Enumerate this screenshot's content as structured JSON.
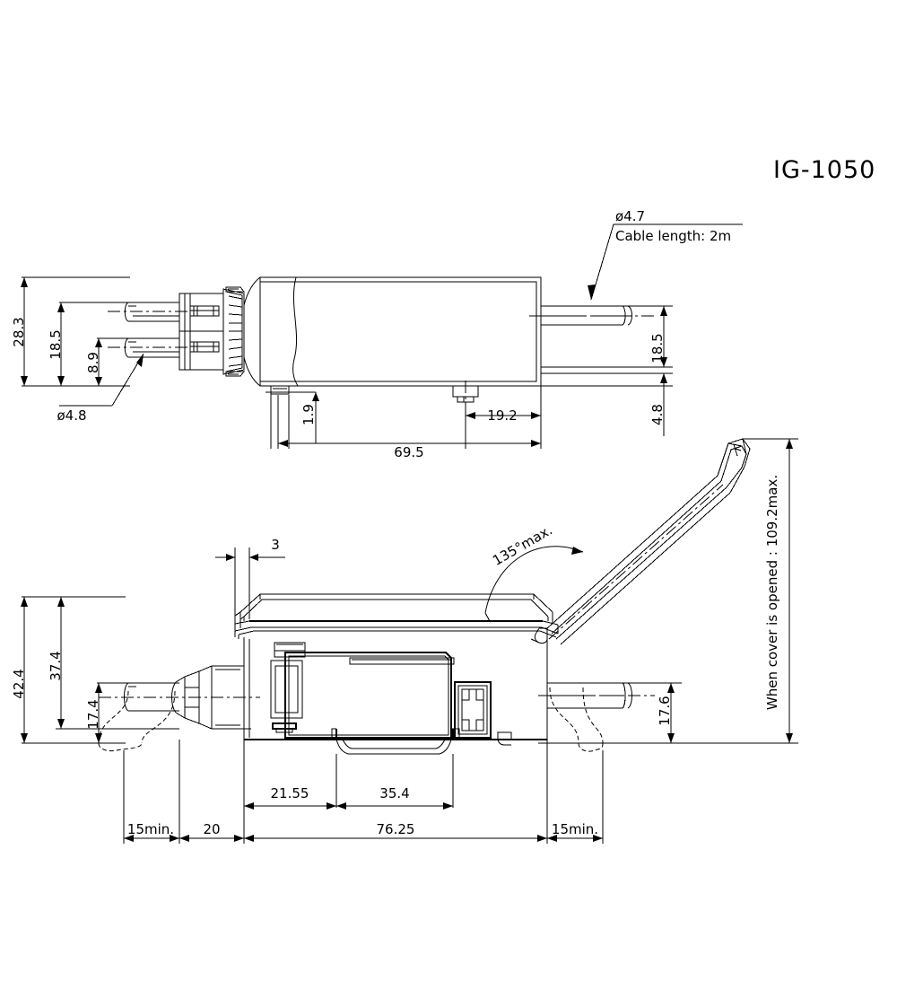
{
  "drawing": {
    "title": "IG-1050",
    "views": {
      "top": {
        "name": "top-view",
        "dimensions": {
          "overall_height": "28.3",
          "upper_offset": "18.5",
          "lower_offset": "8.9",
          "connector_diameter": "ø4.8",
          "cable_diameter": "ø4.7",
          "cable_note": "Cable length: 2m",
          "tab_offset": "1.9",
          "foot_offset": "19.2",
          "body_length": "69.5",
          "right_height": "18.5",
          "right_base": "4.8"
        }
      },
      "side": {
        "name": "side-view",
        "dimensions": {
          "overall_height": "42.4",
          "body_height": "37.4",
          "axis_height": "17.4",
          "cover_step": "3",
          "cover_angle": "135°max.",
          "right_axis_height": "17.6",
          "open_note": "When cover is opened : 109.2max.",
          "left_clearance": "15min.",
          "left_segment": "20",
          "inner_first": "21.55",
          "inner_second": "35.4",
          "body_span": "76.25",
          "right_clearance": "15min."
        }
      }
    }
  }
}
